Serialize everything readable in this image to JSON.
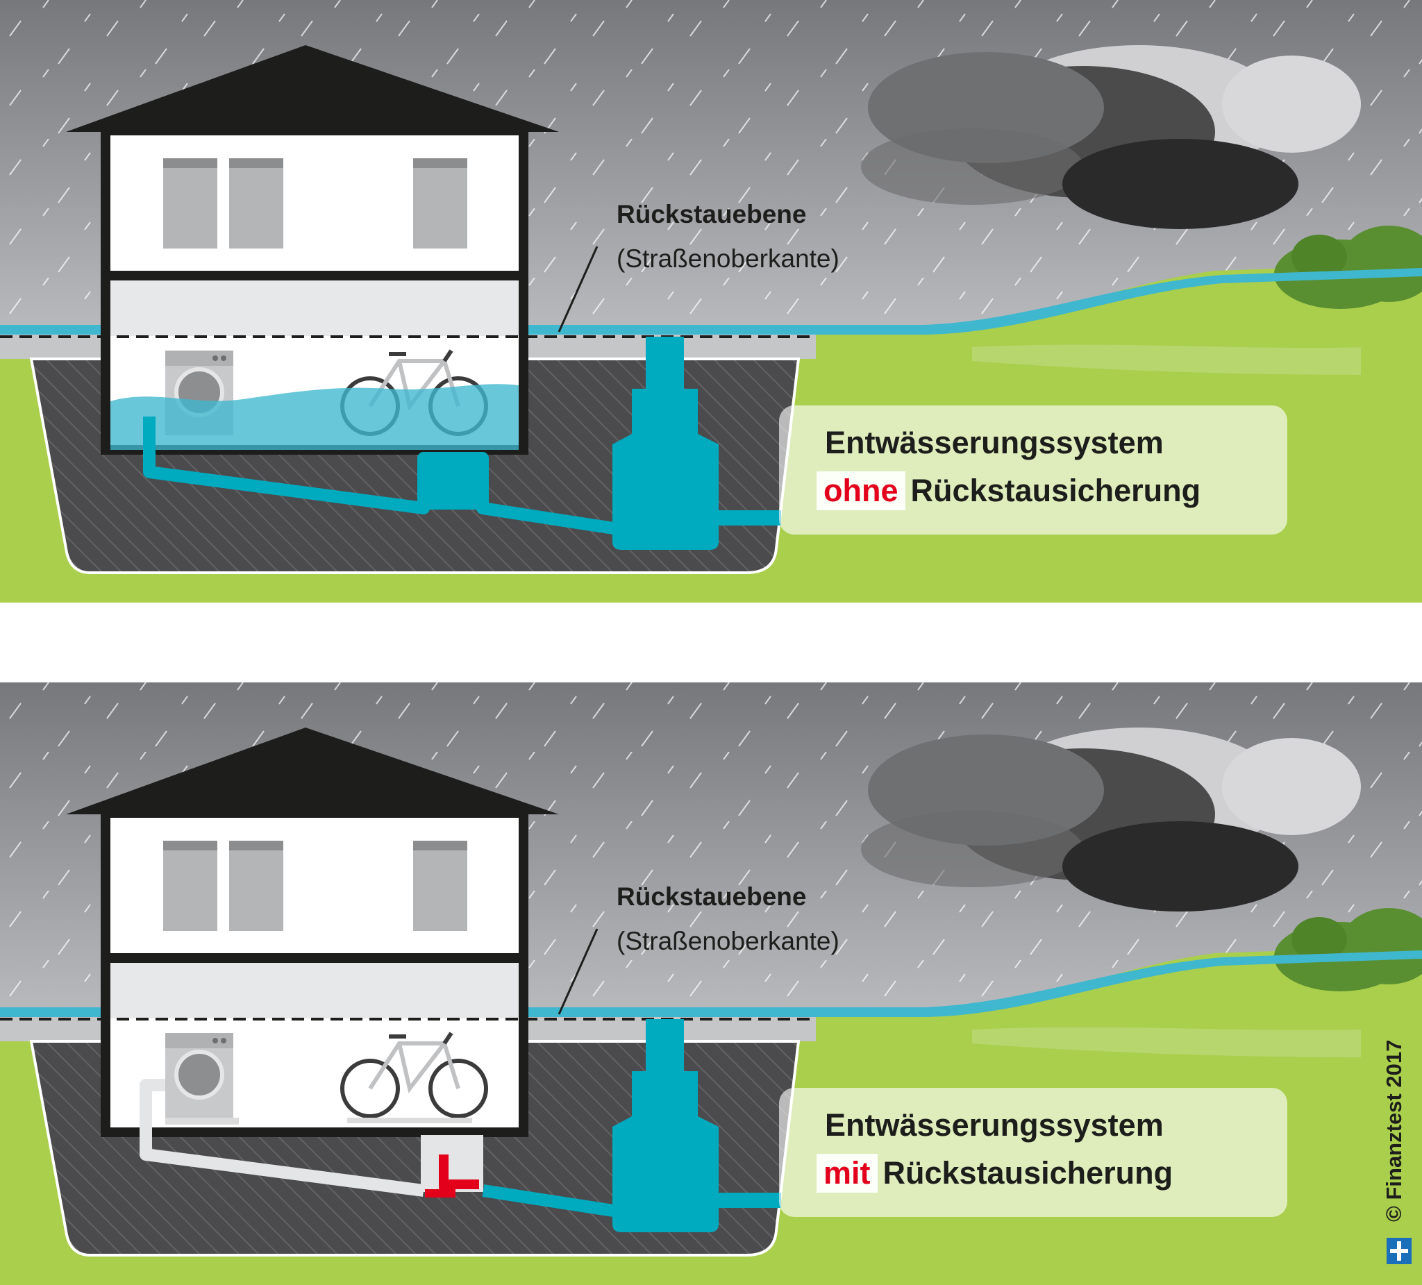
{
  "panels": [
    {
      "level_title": "Rückstauebene",
      "level_subtitle": "(Straßenoberkante)",
      "caption_line1": "Entwässerungssystem",
      "caption_highlight": "ohne",
      "caption_rest": "Rückstausicherung",
      "flooded": true
    },
    {
      "level_title": "Rückstauebene",
      "level_subtitle": "(Straßenoberkante)",
      "caption_line1": "Entwässerungssystem",
      "caption_highlight": "mit",
      "caption_rest": "Rückstausicherung",
      "flooded": false
    }
  ],
  "credit": "© Finanztest 2017",
  "colors": {
    "water": "#3fb7cf",
    "grass": "#a9cf4c",
    "sky_top": "#7f8084",
    "soil": "#4b4b4d",
    "highlight": "#e2001a",
    "valve": "#e2001a",
    "logo": "#1a6fba"
  },
  "icons": [
    "house-icon",
    "washing-machine-icon",
    "bicycle-icon",
    "cloud-icon",
    "bush-icon",
    "backflow-valve-icon",
    "finanztest-logo-icon"
  ]
}
